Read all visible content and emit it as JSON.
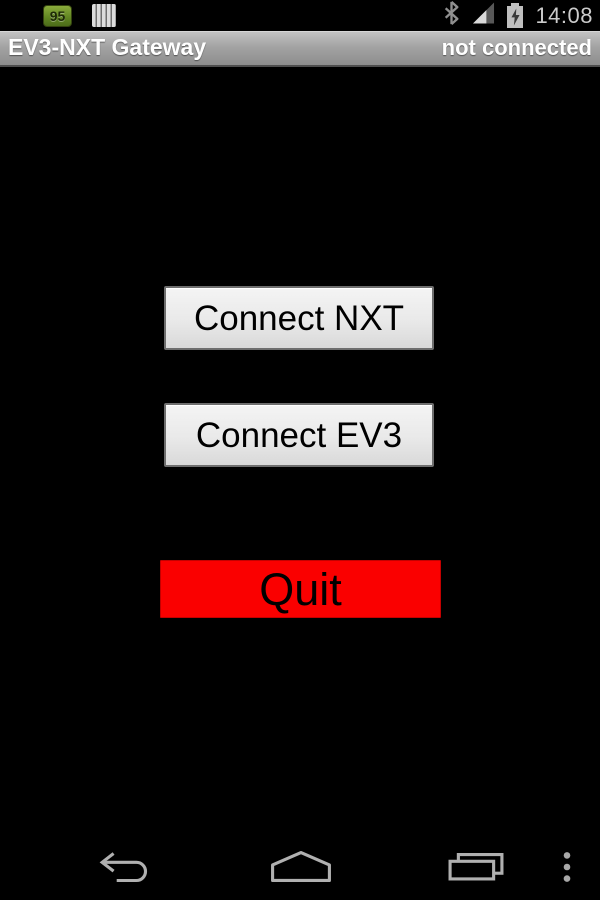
{
  "status_bar": {
    "battery_widget": "95",
    "time": "14:08",
    "left_icons": [
      "battery-level-widget",
      "stripes-notification"
    ],
    "right_icons": [
      "bluetooth",
      "signal-strength",
      "battery-charging"
    ]
  },
  "title_bar": {
    "title": "EV3-NXT Gateway",
    "connection_status": "not connected"
  },
  "buttons": {
    "connect_nxt": "Connect NXT",
    "connect_ev3": "Connect EV3",
    "quit": "Quit"
  },
  "navigation_bar": {
    "items": [
      "back",
      "home",
      "recent-apps",
      "menu"
    ]
  },
  "colors": {
    "background": "#000000",
    "quit_button": "#fa0000",
    "button_face": "#e9e9e9",
    "button_border": "#6e6e6e",
    "title_bar_top": "#c2c2c2",
    "title_bar_bottom": "#8d8d8d",
    "status_text": "#cbcbcb",
    "nav_icon": "#b0b0b0"
  }
}
